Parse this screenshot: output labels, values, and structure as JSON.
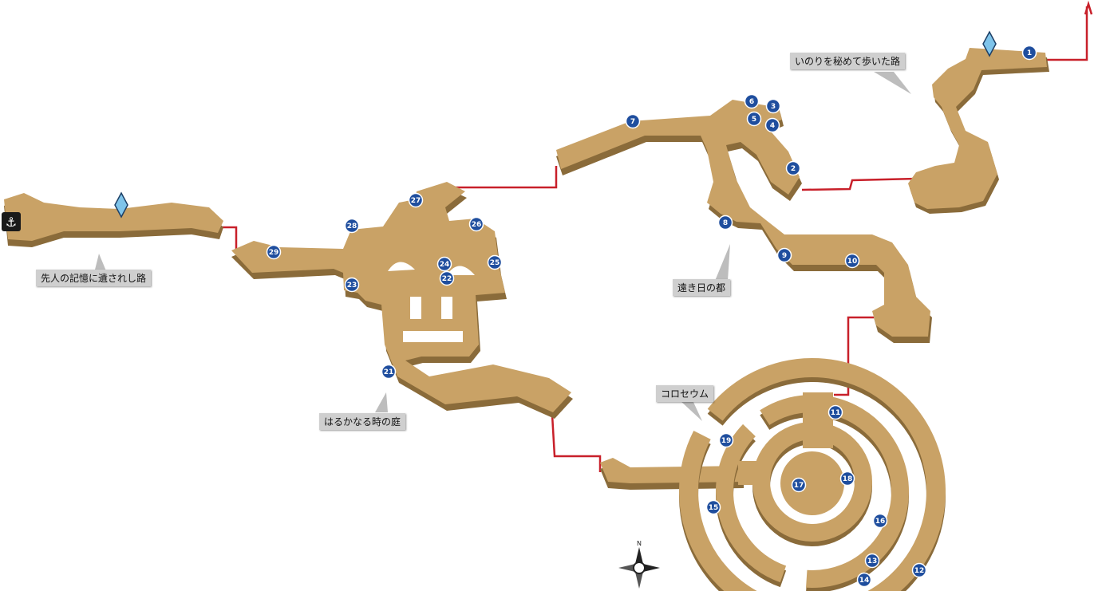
{
  "areas": {
    "left_path": "先人の記憶に遺されし路",
    "garden": "はるかなる時の庭",
    "city": "遠き日の都",
    "prayer_path": "いのりを秘めて歩いた路",
    "colosseum": "コロセウム"
  },
  "markers": [
    "1",
    "2",
    "3",
    "4",
    "5",
    "6",
    "7",
    "8",
    "9",
    "10",
    "11",
    "12",
    "13",
    "14",
    "15",
    "16",
    "17",
    "18",
    "19",
    "21",
    "22",
    "23",
    "24",
    "25",
    "26",
    "27",
    "28",
    "29"
  ],
  "compass": {
    "north": "N"
  },
  "icons": {
    "anchor": "anchor-icon",
    "save_crystal": "crystal-icon",
    "compass": "compass-icon"
  },
  "colors": {
    "floor": "#c9a266",
    "route": "#c8202a",
    "marker": "#1f4e9e",
    "label_bg": "#cfcfcf"
  }
}
